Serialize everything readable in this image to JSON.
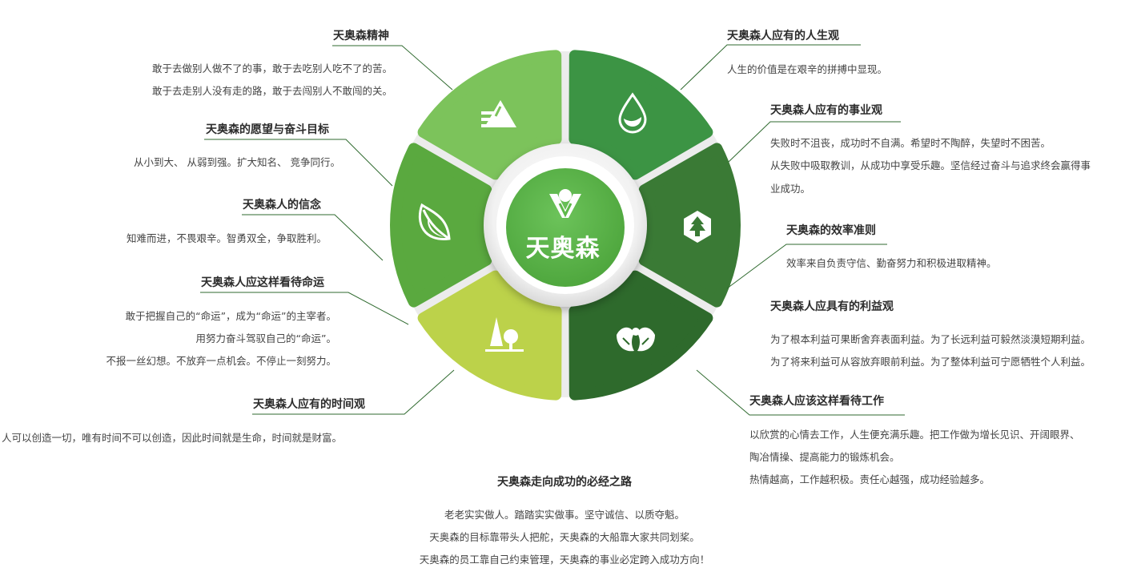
{
  "center": {
    "logo_text": "天奥森"
  },
  "colors": {
    "seg_top_left": "#7cc35b",
    "seg_top_right": "#3c9444",
    "seg_right": "#3a7a35",
    "seg_bottom_right": "#2e6a2c",
    "seg_bottom_left": "#bcd24a",
    "seg_left": "#5aa93f",
    "center": "#5eb84a",
    "connector": "#2f6a2f"
  },
  "icons": {
    "top_left": "stacked-lines-mountain-icon",
    "top_right": "water-drop-icon",
    "right": "pine-tree-hexagon-icon",
    "bottom_right": "eagle-wings-icon",
    "bottom_left": "tree-landscape-icon",
    "left": "leaf-icon",
    "center": "v-logo-icon"
  },
  "left": [
    {
      "title": "天奥森精神",
      "lines": [
        "敢于去做别人做不了的事，敢于去吃别人吃不了的苦。",
        "敢于去走别人没有走的路，敢于去闯别人不敢闯的关。"
      ]
    },
    {
      "title": "天奥森的愿望与奋斗目标",
      "lines": [
        "从小到大、 从弱到强。扩大知名、 竞争同行。"
      ]
    },
    {
      "title": "天奥森人的信念",
      "lines": [
        "知难而进，不畏艰辛。智勇双全，争取胜利。"
      ]
    },
    {
      "title": "天奥森人应这样看待命运",
      "lines": [
        "敢于把握自己的“命运”，成为“命运”的主宰者。",
        "用努力奋斗驾驭自己的“命运”。",
        "不报一丝幻想。不放弃一点机会。不停止一刻努力。"
      ]
    },
    {
      "title": "天奥森人应有的时间观",
      "lines": [
        "人可以创造一切，唯有时间不可以创造，因此时间就是生命，时间就是财富。"
      ]
    }
  ],
  "right": [
    {
      "title": "天奥森人应有的人生观",
      "lines": [
        "人生的价值是在艰辛的拼搏中显现。"
      ]
    },
    {
      "title": "天奥森人应有的事业观",
      "lines": [
        "失败时不沮丧，成功时不自满。希望时不陶醉，失望时不困苦。",
        "从失败中吸取教训，从成功中享受乐趣。坚信经过奋斗与追求终会赢得事",
        "业成功。"
      ]
    },
    {
      "title": "天奥森的效率准则",
      "lines": [
        "效率来自负责守信、勤奋努力和积极进取精神。"
      ]
    },
    {
      "title": "天奥森人应具有的利益观",
      "lines": [
        "为了根本利益可果断舍弃表面利益。为了长远利益可毅然淡漠短期利益。",
        "为了将来利益可从容放弃眼前利益。为了整体利益可宁愿牺牲个人利益。"
      ]
    },
    {
      "title": "天奥森人应该这样看待工作",
      "lines": [
        "以欣赏的心情去工作，人生便充满乐趣。把工作做为增长见识、开阔眼界、",
        "陶冶情操、提高能力的锻炼机会。",
        "热情越高，工作越积极。责任心越强，成功经验越多。"
      ]
    }
  ],
  "bottom": {
    "title": "天奥森走向成功的必经之路",
    "lines": [
      "老老实实做人。踏踏实实做事。坚守诚信、以质夺魁。",
      "天奥森的目标靠带头人把舵，天奥森的大船靠大家共同划桨。",
      "天奥森的员工靠自己约束管理，天奥森的事业必定跨入成功方向！"
    ]
  }
}
